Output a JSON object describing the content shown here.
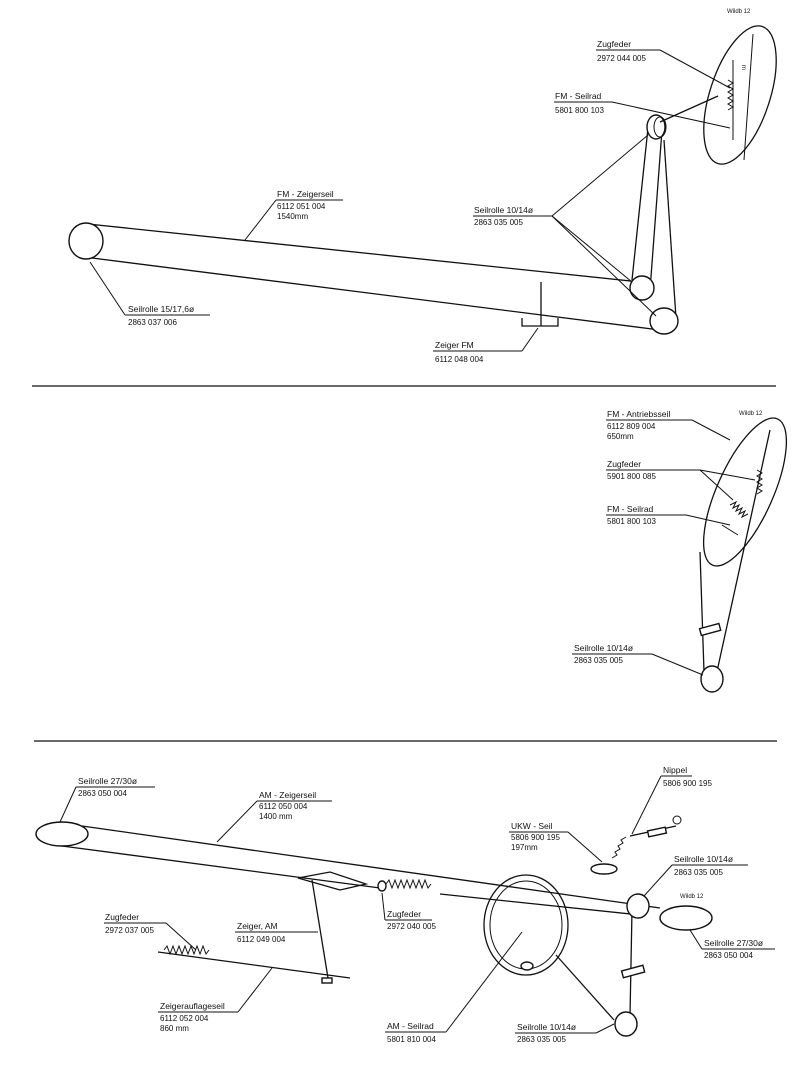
{
  "section1": {
    "zugfeder": {
      "title": "Zugfeder",
      "number": "2972 044 005"
    },
    "fm_seilrad": {
      "title": "FM - Seilrad",
      "number": "5801 800 103"
    },
    "fm_zeigerseil": {
      "title": "FM - Zeigerseil",
      "number": "6112 051 004",
      "length": "1540mm"
    },
    "seilrolle_10": {
      "title": "Seilrolle 10/14ø",
      "number": "2863 035 005"
    },
    "seilrolle_15": {
      "title": "Seilrolle 15/17,6ø",
      "number": "2863 037 006"
    },
    "zeiger_fm": {
      "title": "Zeiger FM",
      "number": "6112 048 004"
    },
    "mark": "Wildb 12",
    "dial_mark": "m"
  },
  "section2": {
    "fm_antriebsseil": {
      "title": "FM - Antriebsseil",
      "number": "6112 809 004",
      "length": "650mm"
    },
    "zugfeder": {
      "title": "Zugfeder",
      "number": "5901 800 085"
    },
    "fm_seilrad": {
      "title": "FM - Seilrad",
      "number": "5801 800 103"
    },
    "seilrolle_10": {
      "title": "Seilrolle 10/14ø",
      "number": "2863 035 005"
    },
    "mark": "Wildb 12"
  },
  "section3": {
    "seilrolle_27_left": {
      "title": "Seilrolle 27/30ø",
      "number": "2863 050 004"
    },
    "am_zeigerseil": {
      "title": "AM - Zeigerseil",
      "number": "6112 050 004",
      "length": "1400 mm"
    },
    "nippel": {
      "title": "Nippel",
      "number": "5806 900 195"
    },
    "ukw_seil": {
      "title": "UKW - Seil",
      "number": "5806 900 195",
      "length": "197mm"
    },
    "seilrolle_10_top": {
      "title": "Seilrolle 10/14ø",
      "number": "2863 035 005"
    },
    "mark": "Wildb 12",
    "zugfeder_left": {
      "title": "Zugfeder",
      "number": "2972 037 005"
    },
    "zeiger_am": {
      "title": "Zeiger, AM",
      "number": "6112 049 004"
    },
    "zugfeder_mid": {
      "title": "Zugfeder",
      "number": "2972 040 005"
    },
    "seilrolle_27_right": {
      "title": "Seilrolle 27/30ø",
      "number": "2863 050 004"
    },
    "zeigerauflageseil": {
      "title": "Zeigerauflageseil",
      "number": "6112 052 004",
      "length": "860 mm"
    },
    "am_seilrad": {
      "title": "AM - Seilrad",
      "number": "5801 810 004"
    },
    "seilrolle_10_bottom": {
      "title": "Seilrolle 10/14ø",
      "number": "2863 035 005"
    }
  }
}
